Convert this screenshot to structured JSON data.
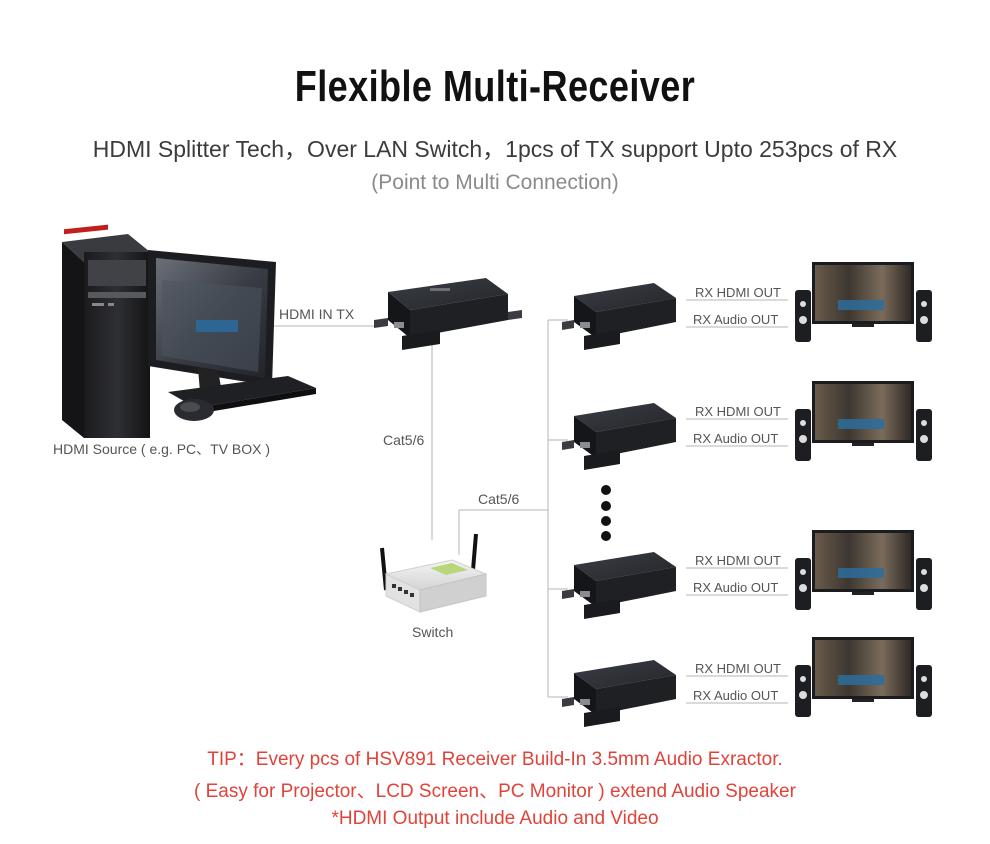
{
  "header": {
    "title": "Flexible Multi-Receiver",
    "subtitle": "HDMI Splitter Tech，Over LAN Switch，1pcs of TX support Upto 253pcs of RX",
    "subtitle2": "(Point to Multi Connection)"
  },
  "source": {
    "label": "HDMI Source ( e.g. PC、TV BOX )"
  },
  "transmitter": {
    "label": "HDMI IN TX"
  },
  "links": {
    "tx_to_switch": "Cat5/6",
    "switch_to_rx": "Cat5/6"
  },
  "switch": {
    "label": "Switch"
  },
  "receivers": [
    {
      "hdmi_label": "RX HDMI OUT",
      "audio_label": "RX Audio OUT"
    },
    {
      "hdmi_label": "RX HDMI OUT",
      "audio_label": "RX Audio OUT"
    },
    {
      "hdmi_label": "RX HDMI OUT",
      "audio_label": "RX Audio OUT"
    },
    {
      "hdmi_label": "RX HDMI OUT",
      "audio_label": "RX Audio OUT"
    }
  ],
  "tips": {
    "line1": "TIP：Every pcs of HSV891 Receiver Build-In 3.5mm Audio Exractor.",
    "line2": "( Easy for Projector、LCD Screen、PC Monitor ) extend Audio Speaker",
    "line3": "*HDMI Output include Audio and Video"
  },
  "colors": {
    "accent_red": "#e0433a",
    "device_dark": "#2c2e33",
    "line_gray": "#b5b5b5"
  }
}
